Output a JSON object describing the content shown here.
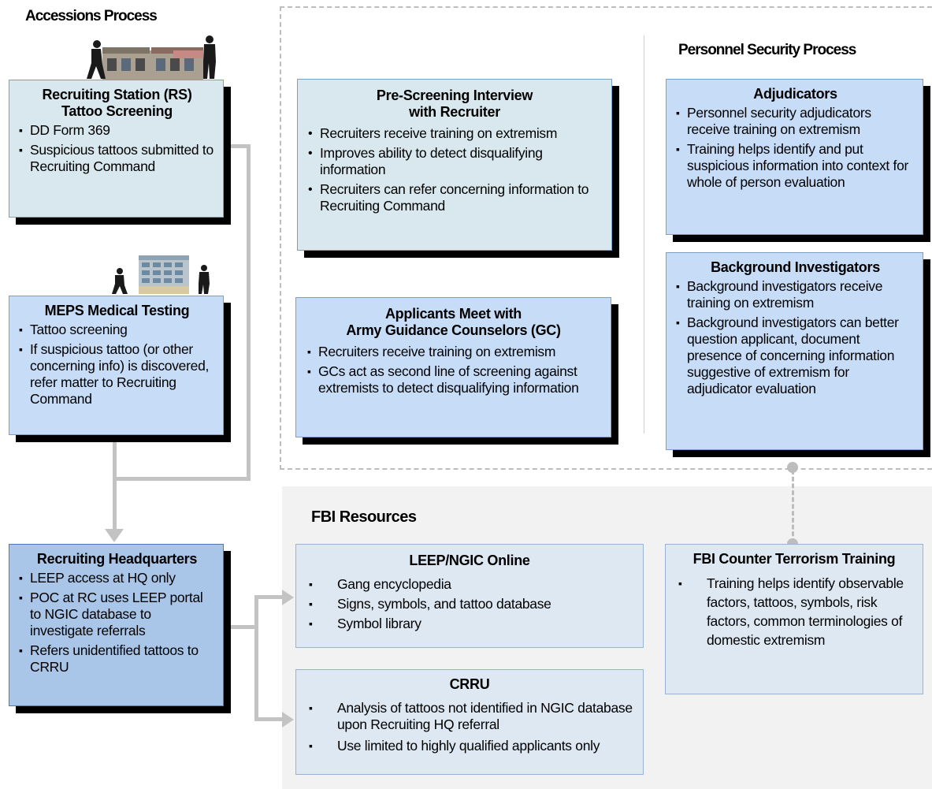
{
  "accessions_title": "Accessions Process",
  "personnel_title": "Personnel Security Process",
  "fbi_title": "FBI Resources",
  "rs": {
    "title": "Recruiting Station (RS)\nTattoo Screening",
    "items": [
      "DD Form 369",
      "Suspicious tattoos submitted to Recruiting Command"
    ]
  },
  "meps": {
    "title": "MEPS Medical Testing",
    "items": [
      "Tattoo screening",
      "If suspicious tattoo (or other concerning info) is discovered, refer matter to Recruiting Command"
    ]
  },
  "hq": {
    "title": "Recruiting Headquarters",
    "items": [
      "LEEP access at HQ only",
      "POC at RC uses LEEP portal to NGIC database to investigate referrals",
      "Refers unidentified tattoos to CRRU"
    ]
  },
  "prescreen": {
    "title": "Pre-Screening Interview\nwith Recruiter",
    "items": [
      "Recruiters receive training on extremism",
      "Improves ability to detect disqualifying information",
      "Recruiters can refer concerning information to Recruiting Command"
    ]
  },
  "gc": {
    "title": "Applicants Meet with\nArmy Guidance Counselors (GC)",
    "items": [
      "Recruiters receive training on extremism",
      "GCs act as second line of screening against extremists to detect disqualifying information"
    ]
  },
  "adjudicators": {
    "title": "Adjudicators",
    "items": [
      "Personnel security adjudicators receive training on extremism",
      "Training helps identify and put suspicious information into context for whole of person evaluation"
    ]
  },
  "background": {
    "title": "Background Investigators",
    "items": [
      "Background investigators receive training on extremism",
      "Background investigators can better question applicant, document presence of concerning information suggestive of extremism for adjudicator evaluation"
    ]
  },
  "leep": {
    "title": "LEEP/NGIC Online",
    "items": [
      "Gang encyclopedia",
      "Signs, symbols, and tattoo database",
      "Symbol library"
    ]
  },
  "crru": {
    "title": "CRRU",
    "items": [
      "Analysis of tattoos not identified in NGIC database upon Recruiting HQ referral",
      "Use limited to highly qualified applicants only"
    ]
  },
  "fbi_ct": {
    "title": "FBI Counter Terrorism Training",
    "items": [
      "Training helps identify observable factors, tattoos, symbols, risk factors, common terminologies of domestic extremism"
    ]
  },
  "colors": {
    "teal_box": "#d8e8ee",
    "light_blue_box": "#c6dcf7",
    "hq_box": "#a9c6e9",
    "fbi_box": "#dde8f3",
    "connector": "#c3c3c3"
  },
  "icons": [
    "recruiting-station-icon",
    "meps-building-icon"
  ]
}
